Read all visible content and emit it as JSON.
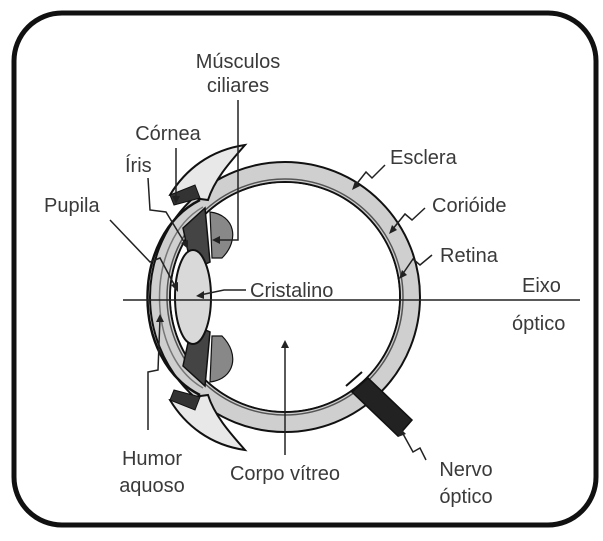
{
  "labels": {
    "musculos_ciliares_1": "Músculos",
    "musculos_ciliares_2": "ciliares",
    "cornea": "Córnea",
    "iris": "Íris",
    "pupila": "Pupila",
    "esclera": "Esclera",
    "corioide": "Corióide",
    "retina": "Retina",
    "cristalino": "Cristalino",
    "eixo_1": "Eixo",
    "eixo_2": "óptico",
    "humor_1": "Humor",
    "humor_2": "aquoso",
    "corpo_vitreo": "Corpo vítreo",
    "nervo_1": "Nervo",
    "nervo_2": "óptico"
  },
  "colors": {
    "outline": "#111111",
    "sclera_fill": "#cfcfcf",
    "lens_fill": "#d9d9d9",
    "text": "#3a3a3a",
    "background": "#ffffff"
  }
}
